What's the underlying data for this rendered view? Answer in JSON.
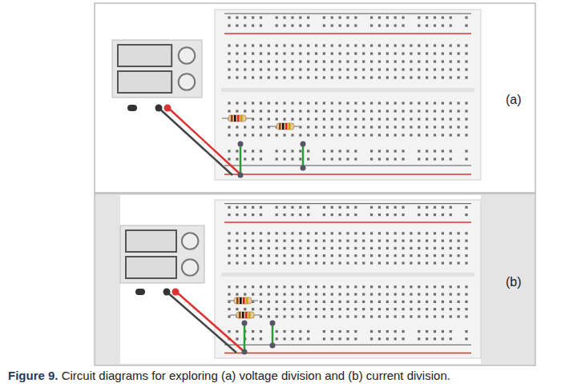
{
  "diagram": {
    "caption": "Figure 9. Circuit diagrams for exploring (a) voltage division and (b) current division.",
    "labels": [
      "(a)",
      "(b)"
    ]
  }
}
